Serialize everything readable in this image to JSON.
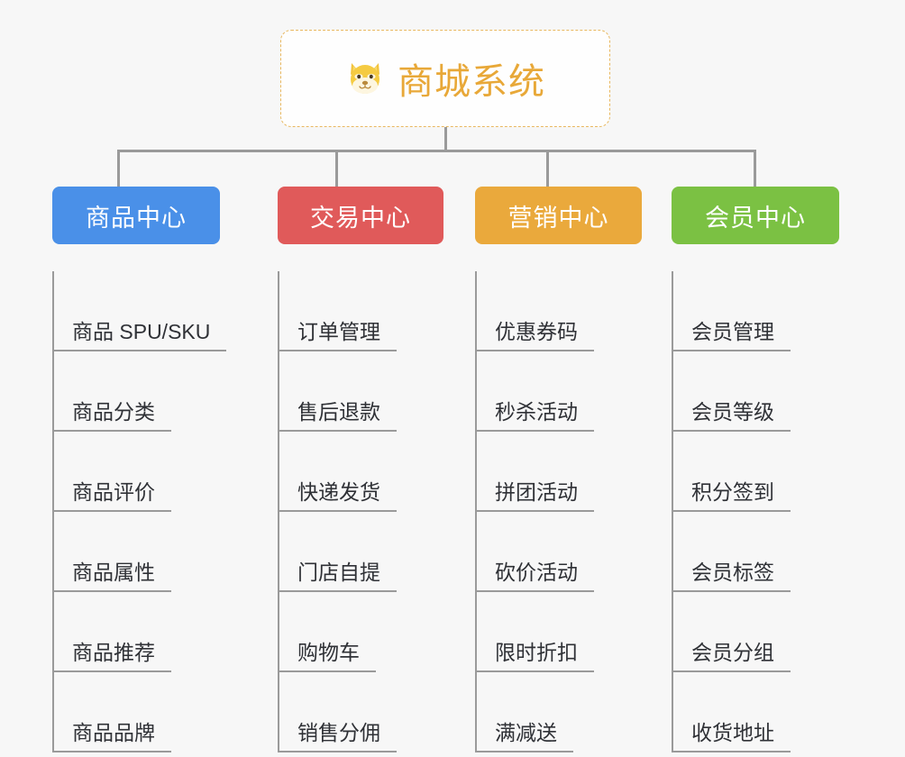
{
  "page": {
    "background_color": "#f7f7f7",
    "line_color": "#9a9a9a",
    "leaf_text_color": "#2f3136"
  },
  "root": {
    "icon": "shiba-dog-emoji",
    "title": "商城系统",
    "title_color": "#e8a838",
    "border_color": "#e8b860",
    "border_style": "dashed"
  },
  "branches": [
    {
      "label": "商品中心",
      "color": "#4a90e8",
      "items": [
        "商品 SPU/SKU",
        "商品分类",
        "商品评价",
        "商品属性",
        "商品推荐",
        "商品品牌"
      ]
    },
    {
      "label": "交易中心",
      "color": "#e05a5a",
      "items": [
        "订单管理",
        "售后退款",
        "快递发货",
        "门店自提",
        "购物车",
        "销售分佣"
      ]
    },
    {
      "label": "营销中心",
      "color": "#eaa93c",
      "items": [
        "优惠券码",
        "秒杀活动",
        "拼团活动",
        "砍价活动",
        "限时折扣",
        "满减送"
      ]
    },
    {
      "label": "会员中心",
      "color": "#7bc143",
      "items": [
        "会员管理",
        "会员等级",
        "积分签到",
        "会员标签",
        "会员分组",
        "收货地址"
      ]
    }
  ]
}
